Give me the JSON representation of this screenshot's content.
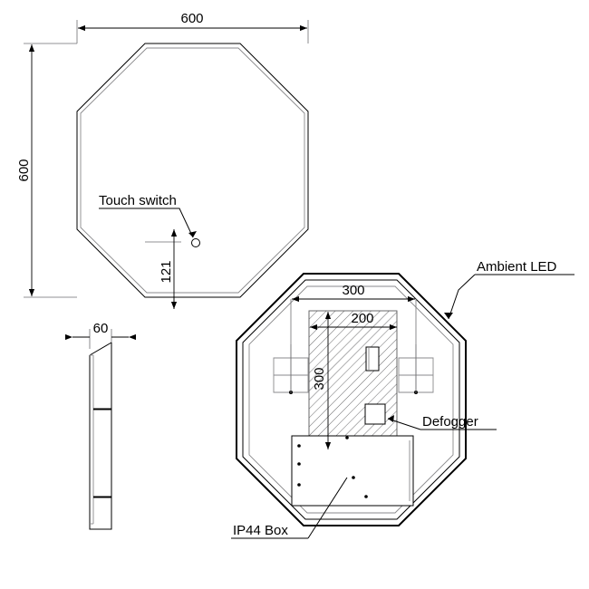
{
  "drawing": {
    "background_color": "#ffffff",
    "line_color": "#000000",
    "views": {
      "front": {
        "name": "front-elevation",
        "dimensions": {
          "width": "600",
          "height": "600",
          "switch_offset": "121"
        },
        "annotations": {
          "touch_switch": "Touch switch"
        }
      },
      "side": {
        "name": "side-elevation",
        "dimensions": {
          "depth": "60"
        }
      },
      "rear": {
        "name": "rear-elevation",
        "dimensions": {
          "pad_width_outer": "300",
          "pad_width_inner": "200",
          "pad_height": "300"
        },
        "annotations": {
          "ambient_led": "Ambient LED",
          "defogger": "Defogger",
          "ip44_box": "IP44 Box"
        }
      }
    }
  }
}
